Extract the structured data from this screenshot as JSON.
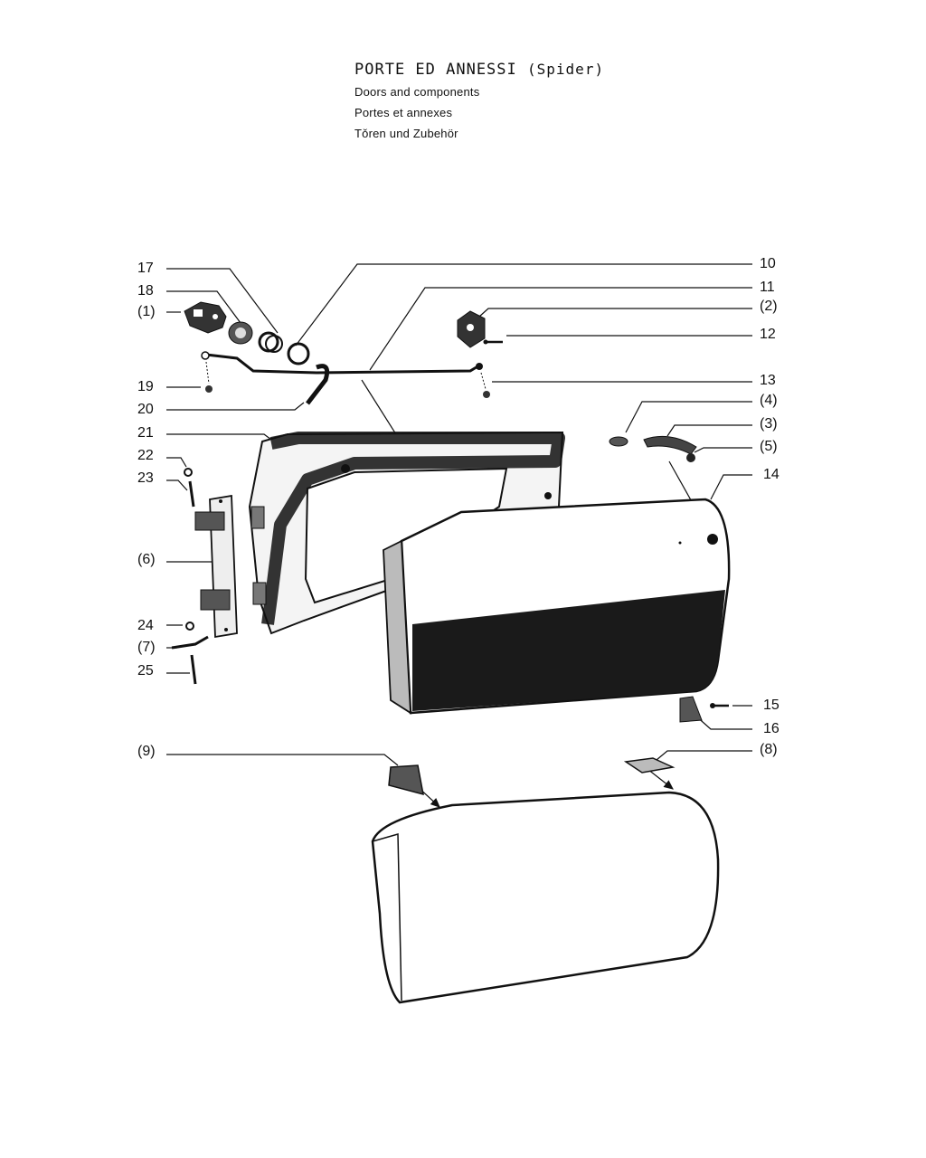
{
  "title": {
    "main": "PORTE ED ANNESSI",
    "main_suffix": "(Spider)",
    "english": "Doors and components",
    "french": "Portes et annexes",
    "german": "Tǒren und Zubehör"
  },
  "callouts": {
    "c17": "17",
    "c18": "18",
    "c1": "(1)",
    "c19": "19",
    "c20": "20",
    "c21": "21",
    "c22": "22",
    "c23": "23",
    "c6": "(6)",
    "c24": "24",
    "c7": "(7)",
    "c25": "25",
    "c9": "(9)",
    "c10": "10",
    "c11": "11",
    "c2": "(2)",
    "c12": "12",
    "c13": "13",
    "c4": "(4)",
    "c3": "(3)",
    "c5": "(5)",
    "c14": "14",
    "c15": "15",
    "c16": "16",
    "c8": "(8)"
  }
}
